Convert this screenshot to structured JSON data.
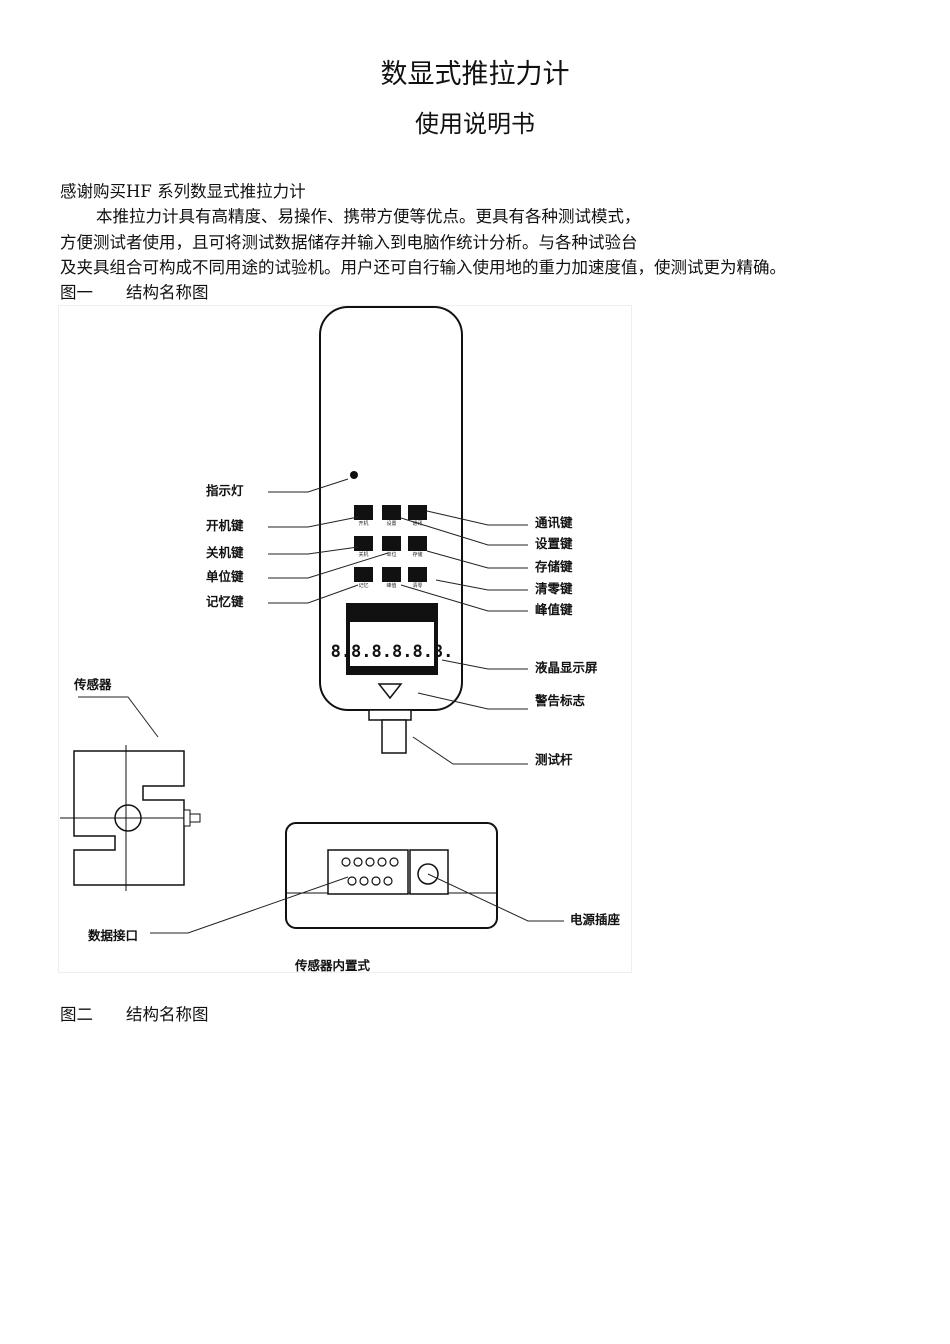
{
  "header": {
    "title": "数显式推拉力计",
    "subtitle": "使用说明书"
  },
  "body": {
    "lines": [
      "感谢购买HF 系列数显式推拉力计",
      "本推拉力计具有高精度、易操作、携带方便等优点。更具有各种测试模式，",
      "方便测试者使用，且可将测试数据储存并输入到电脑作统计分析。与各种试验台",
      "及夹具组合可构成不同用途的试验机。用户还可自行输入使用地的重力加速度值，使测试更为精确。"
    ],
    "fig1_caption": "图一　　结构名称图",
    "fig2_caption": "图二　　结构名称图"
  },
  "figure": {
    "left_labels": {
      "indicator": "指示灯",
      "power_on": "开机键",
      "power_off": "关机键",
      "unit": "单位键",
      "memory": "记忆键"
    },
    "right_labels": {
      "comm": "通讯键",
      "setup": "设置键",
      "store": "存储键",
      "zero": "清零键",
      "peak": "峰值键",
      "lcd": "液晶显示屏",
      "warning": "警告标志",
      "test_rod": "测试杆"
    },
    "key_labels": [
      "开机",
      "设置",
      "通讯",
      "关机",
      "单位",
      "存储",
      "记忆",
      "峰值",
      "清零"
    ],
    "display_digits": "8.8.8.8.8.8.",
    "sensor_label": "传感器",
    "data_port_label": "数据接口",
    "power_socket_label": "电源插座",
    "builtin_sensor_caption": "传感器内置式"
  }
}
